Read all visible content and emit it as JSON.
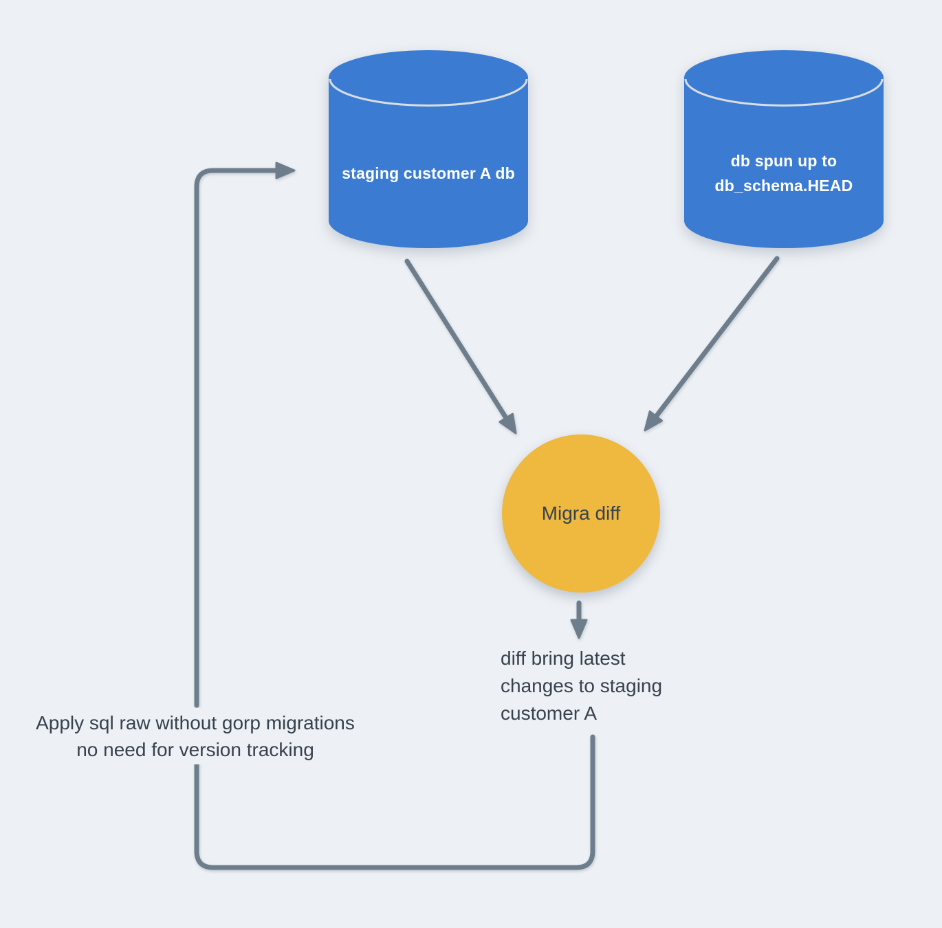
{
  "diagram": {
    "nodes": {
      "staging_db": {
        "label": "staging customer A db"
      },
      "head_db": {
        "lines": [
          "db spun up to",
          "db_schema.HEAD"
        ]
      },
      "migra_diff": {
        "label": "Migra diff"
      }
    },
    "notes": {
      "diff_note": {
        "lines": [
          "diff bring latest",
          "changes to staging",
          "customer A"
        ]
      },
      "apply_note": {
        "lines": [
          "Apply sql raw without gorp migrations",
          "no need for version tracking"
        ]
      }
    },
    "colors": {
      "background": "#edf0f4",
      "db_fill": "#3b7cd2",
      "db_edge": "#d9dde2",
      "process_fill": "#efb83e",
      "connector": "#6e7d8c",
      "text_dark": "#36424e",
      "text_light": "#ffffff"
    }
  }
}
